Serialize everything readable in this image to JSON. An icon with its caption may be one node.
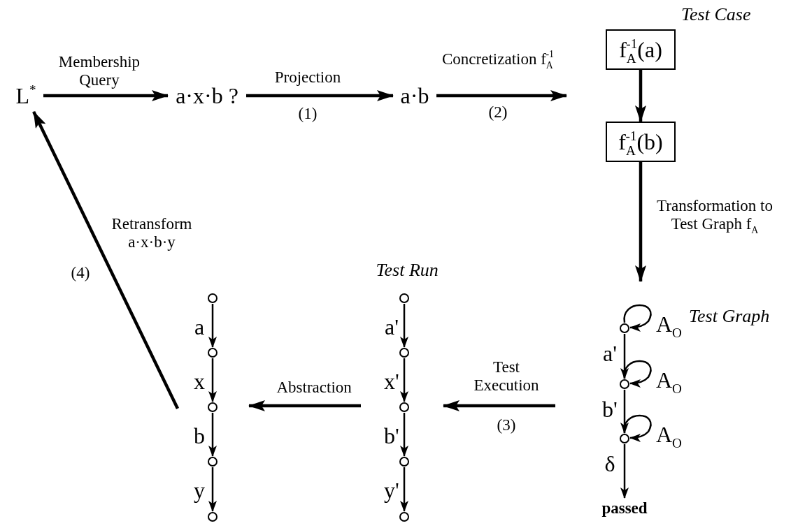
{
  "diagram": {
    "nodes": [
      {
        "text": [
          "L$^{*}$"
        ]
      },
      {
        "text": [
          "a·x·b ?"
        ]
      },
      {
        "text": [
          "a·b"
        ]
      },
      {
        "text": [
          "f$_{A}$$^{-1}$(a)"
        ],
        "beside": [
          "Test Case"
        ]
      },
      {
        "text": [
          "f$_{A}$$^{-1}$(b)"
        ]
      },
      {
        "text": [],
        "shape": "circle"
      },
      {
        "text": [],
        "shape": "circle"
      },
      {
        "text": [],
        "shape": "circle"
      },
      {
        "text": [
          "passed"
        ]
      },
      {
        "text": [],
        "shape": "circle"
      },
      {
        "text": [],
        "shape": "circle"
      },
      {
        "text": [],
        "shape": "circle"
      },
      {
        "text": [],
        "shape": "circle"
      },
      {
        "text": [],
        "shape": "circle"
      },
      {
        "text": [],
        "shape": "circle"
      },
      {
        "text": [],
        "shape": "circle"
      },
      {
        "text": [],
        "shape": "circle"
      },
      {
        "text": [],
        "shape": "circle"
      },
      {
        "text": [],
        "shape": "circle"
      }
    ],
    "edges": [
      {
        "from": 0,
        "to": 1,
        "arrow": "to",
        "label": "Membership Query",
        "style": "thick"
      },
      {
        "from": 1,
        "to": 2,
        "arrow": "to",
        "label": "Projection",
        "style": "thick"
      },
      {
        "from": 2,
        "to": null,
        "arrow": "to",
        "label": "Concretization f$_{A}$$^{-1}$",
        "style": "thick"
      },
      {
        "from": 3,
        "to": 4,
        "arrow": "to",
        "style": "thick"
      },
      {
        "from": 4,
        "to": null,
        "arrow": "to",
        "label": "Transformation to Test Graph f$_{A}$",
        "style": "thick"
      },
      {
        "from": 5,
        "to": 6,
        "arrow": "to",
        "label": "a'"
      },
      {
        "from": 6,
        "to": 7,
        "arrow": "to",
        "label": "b'"
      },
      {
        "from": 7,
        "to": 8,
        "arrow": "to",
        "label": "δ"
      },
      {
        "from": 5,
        "to": 5,
        "arrow": "to",
        "label": "A$_{O}$"
      },
      {
        "from": 6,
        "to": 6,
        "arrow": "to",
        "label": "A$_{O}$"
      },
      {
        "from": 7,
        "to": 7,
        "arrow": "to",
        "label": "A$_{O}$"
      },
      {
        "from": 9,
        "to": 10,
        "arrow": "to",
        "label": "a'"
      },
      {
        "from": 10,
        "to": 11,
        "arrow": "to",
        "label": "x'"
      },
      {
        "from": 11,
        "to": 12,
        "arrow": "to",
        "label": "b'"
      },
      {
        "from": 12,
        "to": 13,
        "arrow": "to",
        "label": "y'"
      },
      {
        "from": 14,
        "to": 15,
        "arrow": "to",
        "label": "a"
      },
      {
        "from": 15,
        "to": 16,
        "arrow": "to",
        "label": "x"
      },
      {
        "from": 16,
        "to": 17,
        "arrow": "to",
        "label": "b"
      },
      {
        "from": 17,
        "to": 18,
        "arrow": "to",
        "label": "y"
      },
      {
        "from": null,
        "to": 0,
        "arrow": "to",
        "label": "Retransform a·x·b·y",
        "style": "thick"
      }
    ],
    "labels": [
      "Test Graph",
      "Test Run",
      "(1)",
      "(2)",
      "Test Execution",
      "(3)",
      "Abstraction",
      "(4)"
    ]
  }
}
